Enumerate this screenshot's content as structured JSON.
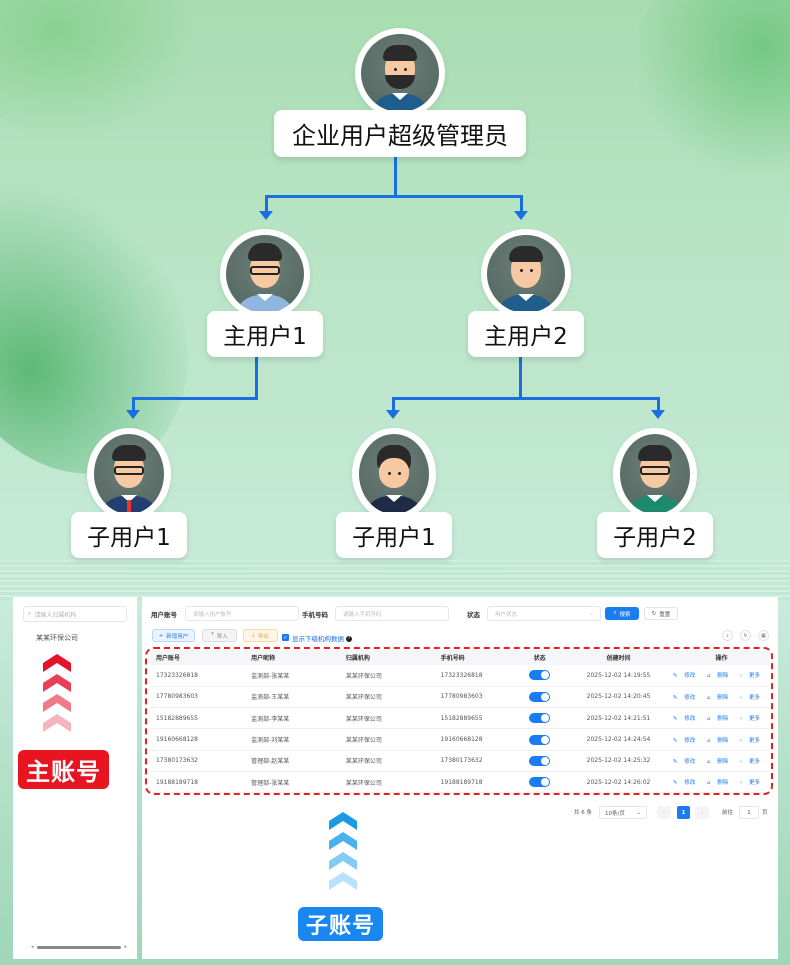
{
  "org_chart": {
    "root": {
      "label": "企业用户超级管理员"
    },
    "main_users": [
      {
        "label": "主用户1"
      },
      {
        "label": "主用户2"
      }
    ],
    "sub_users": [
      {
        "label": "子用户1",
        "parent": "主用户1"
      },
      {
        "label": "子用户1",
        "parent": "主用户2"
      },
      {
        "label": "子用户2",
        "parent": "主用户2"
      }
    ],
    "connector_color": "#1a6fe0"
  },
  "annotations": {
    "main_account_tag": "主账号",
    "sub_account_tag": "子账号",
    "main_color": "#e8141f",
    "sub_color": "#1a86f0"
  },
  "sidebar": {
    "search_placeholder": "请输入归属机构",
    "org_items": [
      "某某环保公司"
    ]
  },
  "filters": {
    "account_label": "用户账号",
    "account_placeholder": "请输入用户账号",
    "phone_label": "手机号码",
    "phone_placeholder": "请输入手机号码",
    "status_label": "状态",
    "status_placeholder": "用户状态",
    "search_button": "搜索",
    "reset_button": "重置"
  },
  "toolbar": {
    "add_button": "新增用户",
    "import_button": "导入",
    "export_button": "导出",
    "show_sub_org_label": "显示下级机构数据",
    "show_sub_org_checked": true
  },
  "table": {
    "columns": [
      "用户账号",
      "用户昵称",
      "归属机构",
      "手机号码",
      "状态",
      "创建时间",
      "操作"
    ],
    "rows": [
      {
        "account": "17323326818",
        "nickname": "监测部-张某某",
        "org": "某某环保公司",
        "phone": "17323326818",
        "enabled": true,
        "created": "2025-12-02 14:19:55"
      },
      {
        "account": "17780983603",
        "nickname": "监测部-王某某",
        "org": "某某环保公司",
        "phone": "17780983603",
        "enabled": true,
        "created": "2025-12-02 14:20:45"
      },
      {
        "account": "15182889655",
        "nickname": "监测部-李某某",
        "org": "某某环保公司",
        "phone": "15182889655",
        "enabled": true,
        "created": "2025-12-02 14:21:51"
      },
      {
        "account": "19160668128",
        "nickname": "监测部-刘某某",
        "org": "某某环保公司",
        "phone": "19160668128",
        "enabled": true,
        "created": "2025-12-02 14:24:54"
      },
      {
        "account": "17380173632",
        "nickname": "管理部-赵某某",
        "org": "某某环保公司",
        "phone": "17380173632",
        "enabled": true,
        "created": "2025-12-02 14:25:32"
      },
      {
        "account": "19188189718",
        "nickname": "管理部-张某某",
        "org": "某某环保公司",
        "phone": "19188189718",
        "enabled": true,
        "created": "2025-12-02 14:26:02"
      }
    ],
    "row_actions": {
      "edit": "修改",
      "delete": "删除",
      "more": "更多"
    }
  },
  "pagination": {
    "total_text": "共 6 条",
    "page_size": "10条/页",
    "current_page": "1",
    "goto_label": "前往",
    "goto_value": "1",
    "page_unit": "页"
  },
  "icons": {
    "search": "⌕",
    "refresh": "↻",
    "add": "+",
    "import": "⤒",
    "export": "⤓",
    "edit": "✎",
    "delete": "🗑",
    "more": "›",
    "chevron_down": "⌄",
    "prev": "‹",
    "next": "›",
    "grid": "▦",
    "help": "?"
  }
}
